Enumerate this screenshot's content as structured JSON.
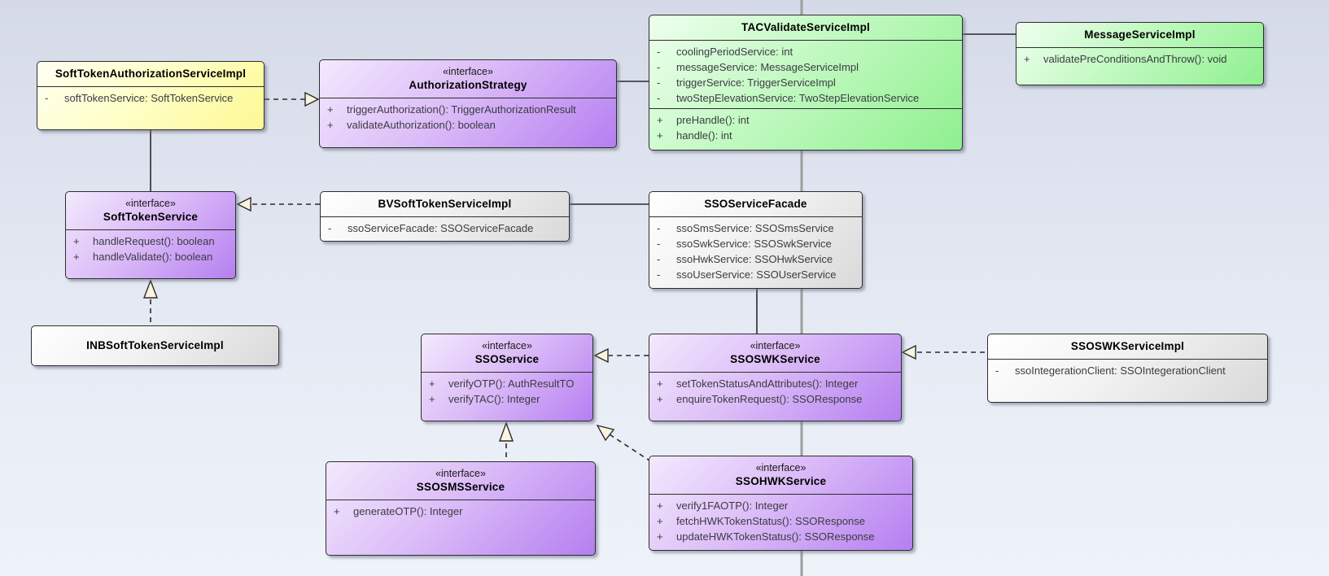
{
  "palette": {
    "background_top": "#d5dae8",
    "background_bottom": "#eef2f9",
    "class_yellow": "#fdf894",
    "interface_purple": "#b57ff0",
    "class_green": "#8ff08f",
    "class_gray": "#d9d9da",
    "connector_black": "#2a2a2a",
    "connector_gray": "#9e9e9e",
    "arrowhead_fill": "#fbf4df"
  },
  "classes": {
    "soft_token_auth": {
      "name": "SoftTokenAuthorizationServiceImpl",
      "attributes": [
        {
          "vis": "-",
          "text": "softTokenService: SoftTokenService"
        }
      ]
    },
    "authorization_strategy": {
      "stereotype": "«interface»",
      "name": "AuthorizationStrategy",
      "methods": [
        {
          "vis": "+",
          "text": "triggerAuthorization(): TriggerAuthorizationResult"
        },
        {
          "vis": "+",
          "text": "validateAuthorization(): boolean"
        }
      ]
    },
    "tac_validate": {
      "name": "TACValidateServiceImpl",
      "attributes": [
        {
          "vis": "-",
          "text": "coolingPeriodService: int"
        },
        {
          "vis": "-",
          "text": "messageService: MessageServiceImpl"
        },
        {
          "vis": "-",
          "text": "triggerService: TriggerServiceImpl"
        },
        {
          "vis": "-",
          "text": "twoStepElevationService: TwoStepElevationService"
        }
      ],
      "methods": [
        {
          "vis": "+",
          "text": "preHandle(): int"
        },
        {
          "vis": "+",
          "text": "handle(): int"
        }
      ]
    },
    "message_service": {
      "name": "MessageServiceImpl",
      "methods": [
        {
          "vis": "+",
          "text": "validatePreConditionsAndThrow(): void"
        }
      ]
    },
    "soft_token_service": {
      "stereotype": "«interface»",
      "name": "SoftTokenService",
      "methods": [
        {
          "vis": "+",
          "text": "handleRequest(): boolean"
        },
        {
          "vis": "+",
          "text": "handleValidate(): boolean"
        }
      ]
    },
    "bv_soft_token": {
      "name": "BVSoftTokenServiceImpl",
      "attributes": [
        {
          "vis": "-",
          "text": "ssoServiceFacade: SSOServiceFacade"
        }
      ]
    },
    "sso_service_facade": {
      "name": "SSOServiceFacade",
      "attributes": [
        {
          "vis": "-",
          "text": "ssoSmsService: SSOSmsService"
        },
        {
          "vis": "-",
          "text": "ssoSwkService: SSOSwkService"
        },
        {
          "vis": "-",
          "text": "ssoHwkService: SSOHwkService"
        },
        {
          "vis": "-",
          "text": "ssoUserService: SSOUserService"
        }
      ]
    },
    "inb_soft_token": {
      "name": "INBSoftTokenServiceImpl"
    },
    "sso_service": {
      "stereotype": "«interface»",
      "name": "SSOService",
      "methods": [
        {
          "vis": "+",
          "text": "verifyOTP(): AuthResultTO"
        },
        {
          "vis": "+",
          "text": "verifyTAC(): Integer"
        }
      ]
    },
    "sso_swk_service": {
      "stereotype": "«interface»",
      "name": "SSOSWKService",
      "methods": [
        {
          "vis": "+",
          "text": "setTokenStatusAndAttributes(): Integer"
        },
        {
          "vis": "+",
          "text": "enquireTokenRequest(): SSOResponse"
        }
      ]
    },
    "sso_swk_impl": {
      "name": "SSOSWKServiceImpl",
      "attributes": [
        {
          "vis": "-",
          "text": "ssoIntegerationClient: SSOIntegerationClient"
        }
      ]
    },
    "sso_sms_service": {
      "stereotype": "«interface»",
      "name": "SSOSMSService",
      "methods": [
        {
          "vis": "+",
          "text": "generateOTP(): Integer"
        }
      ]
    },
    "sso_hwk_service": {
      "stereotype": "«interface»",
      "name": "SSOHWKService",
      "methods": [
        {
          "vis": "+",
          "text": "verify1FAOTP(): Integer"
        },
        {
          "vis": "+",
          "text": "fetchHWKTokenStatus(): SSOResponse"
        },
        {
          "vis": "+",
          "text": "updateHWKTokenStatus(): SSOResponse"
        }
      ]
    }
  },
  "relationships": [
    {
      "from": "SoftTokenAuthorizationServiceImpl",
      "to": "AuthorizationStrategy",
      "type": "realization"
    },
    {
      "from": "SoftTokenAuthorizationServiceImpl",
      "to": "SoftTokenService",
      "type": "association"
    },
    {
      "from": "AuthorizationStrategy",
      "to": "TACValidateServiceImpl",
      "type": "association"
    },
    {
      "from": "TACValidateServiceImpl",
      "to": "MessageServiceImpl",
      "type": "association"
    },
    {
      "from": "BVSoftTokenServiceImpl",
      "to": "SoftTokenService",
      "type": "realization"
    },
    {
      "from": "BVSoftTokenServiceImpl",
      "to": "SSOServiceFacade",
      "type": "association"
    },
    {
      "from": "INBSoftTokenServiceImpl",
      "to": "SoftTokenService",
      "type": "realization"
    },
    {
      "from": "SSOServiceFacade",
      "to": "SSOSWKService",
      "type": "association"
    },
    {
      "from": "SSOSWKService",
      "to": "SSOService",
      "type": "realization"
    },
    {
      "from": "SSOSWKServiceImpl",
      "to": "SSOSWKService",
      "type": "realization"
    },
    {
      "from": "SSOSMSService",
      "to": "SSOService",
      "type": "realization"
    },
    {
      "from": "SSOHWKService",
      "to": "SSOService",
      "type": "realization"
    }
  ]
}
